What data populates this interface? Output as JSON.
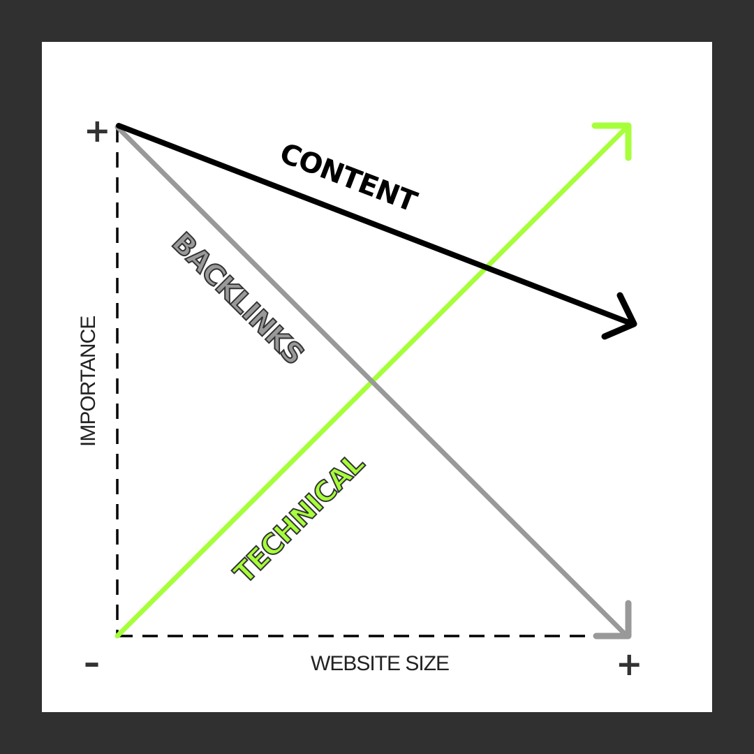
{
  "chart_data": {
    "type": "line",
    "title": "",
    "xlabel": "WEBSITE SIZE",
    "ylabel": "IMPORTANCE",
    "x_axis": {
      "min_label": "-",
      "max_label": "+"
    },
    "y_axis": {
      "max_label": "+"
    },
    "xlim": [
      0,
      1
    ],
    "ylim": [
      0,
      1
    ],
    "grid": false,
    "axis_style": "dashed",
    "legend": "inline labels",
    "series": [
      {
        "name": "CONTENT",
        "color": "#000000",
        "x": [
          0,
          1
        ],
        "y": [
          1.0,
          0.62
        ],
        "label_style": "solid black bold"
      },
      {
        "name": "BACKLINKS",
        "color": "#999999",
        "x": [
          0,
          1
        ],
        "y": [
          1.0,
          0.0
        ],
        "label_style": "gray fill, dark outline"
      },
      {
        "name": "TECHNICAL",
        "color": "#a6ff3a",
        "x": [
          0,
          1
        ],
        "y": [
          0.0,
          1.0
        ],
        "label_style": "green fill, dark outline"
      }
    ]
  },
  "labels": {
    "x_axis": "WEBSITE SIZE",
    "y_axis": "IMPORTANCE",
    "x_min": "–",
    "x_max": "+",
    "y_max": "+",
    "content": "CONTENT",
    "backlinks": "BACKLINKS",
    "technical": "TECHNICAL"
  },
  "colors": {
    "background": "#303030",
    "panel": "#ffffff",
    "content": "#000000",
    "backlinks": "#999999",
    "technical": "#a6ff3a",
    "text": "#222222"
  }
}
